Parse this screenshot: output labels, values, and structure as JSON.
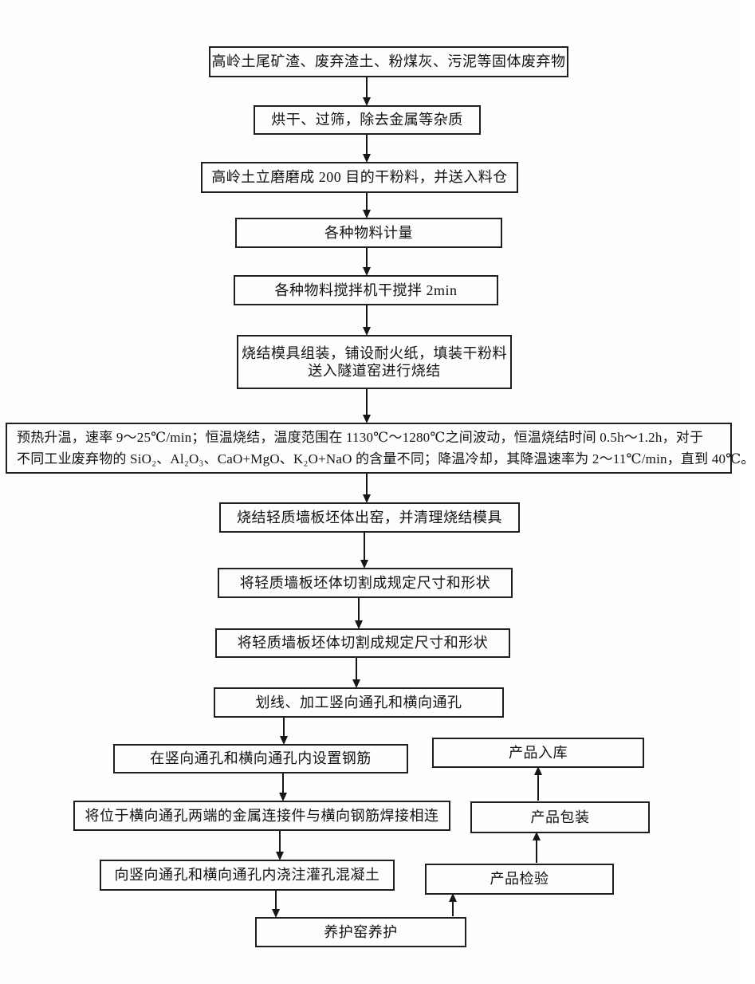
{
  "diagram": {
    "type": "flowchart",
    "language": "zh-CN",
    "colors": {
      "background": "#fefefe",
      "box_fill": "#fdfdfc",
      "line": "#1f1f1f",
      "text": "#121212"
    },
    "nodes": {
      "raw_materials": {
        "label": "高岭土尾矿渣、废弃渣土、粉煤灰、污泥等固体废弃物"
      },
      "dry_sieve": {
        "label": "烘干、过筛，除去金属等杂质"
      },
      "grind": {
        "label": "高岭土立磨磨成 200 目的干粉料，并送入料仓"
      },
      "measure": {
        "label": "各种物料计量"
      },
      "mix": {
        "label": "各种物料搅拌机干搅拌 2min"
      },
      "mold": {
        "line1": "烧结模具组装，铺设耐火纸，填装干粉料",
        "line2": "送入隧道窑进行烧结"
      },
      "sinter": {
        "line1": "预热升温，速率 9～25℃/min；恒温烧结，温度范围在 1130℃～1280℃之间波动，恒温烧结时间 0.5h～1.2h，对于",
        "line2": "不同工业废弃物的 SiO₂、Al₂O₃、CaO+MgO、K₂O+NaO 的含量不同；降温冷却，其降温速率为 2～11℃/min，直到 40℃。"
      },
      "out_kiln": {
        "label": "烧结轻质墙板坯体出窑，并清理烧结模具"
      },
      "cut_1": {
        "label": "将轻质墙板坯体切割成规定尺寸和形状"
      },
      "cut_2": {
        "label": "将轻质墙板坯体切割成规定尺寸和形状"
      },
      "scribe_holes": {
        "label": "划线、加工竖向通孔和横向通孔"
      },
      "place_rebar": {
        "label": "在竖向通孔和横向通孔内设置钢筋"
      },
      "weld_connectors": {
        "label": "将位于横向通孔两端的金属连接件与横向钢筋焊接相连"
      },
      "pour_concrete": {
        "label": "向竖向通孔和横向通孔内浇注灌孔混凝土"
      },
      "curing": {
        "label": "养护窑养护"
      },
      "inspection": {
        "label": "产品检验"
      },
      "packaging": {
        "label": "产品包装"
      },
      "storage": {
        "label": "产品入库"
      }
    },
    "flow": {
      "main_chain": "raw_materials → dry_sieve → grind → measure → mix → mold → sinter → out_kiln → cut_1 → cut_2 → scribe_holes → place_rebar → weld_connectors → pour_concrete → curing",
      "finish_chain": "curing → inspection → packaging → storage"
    }
  }
}
